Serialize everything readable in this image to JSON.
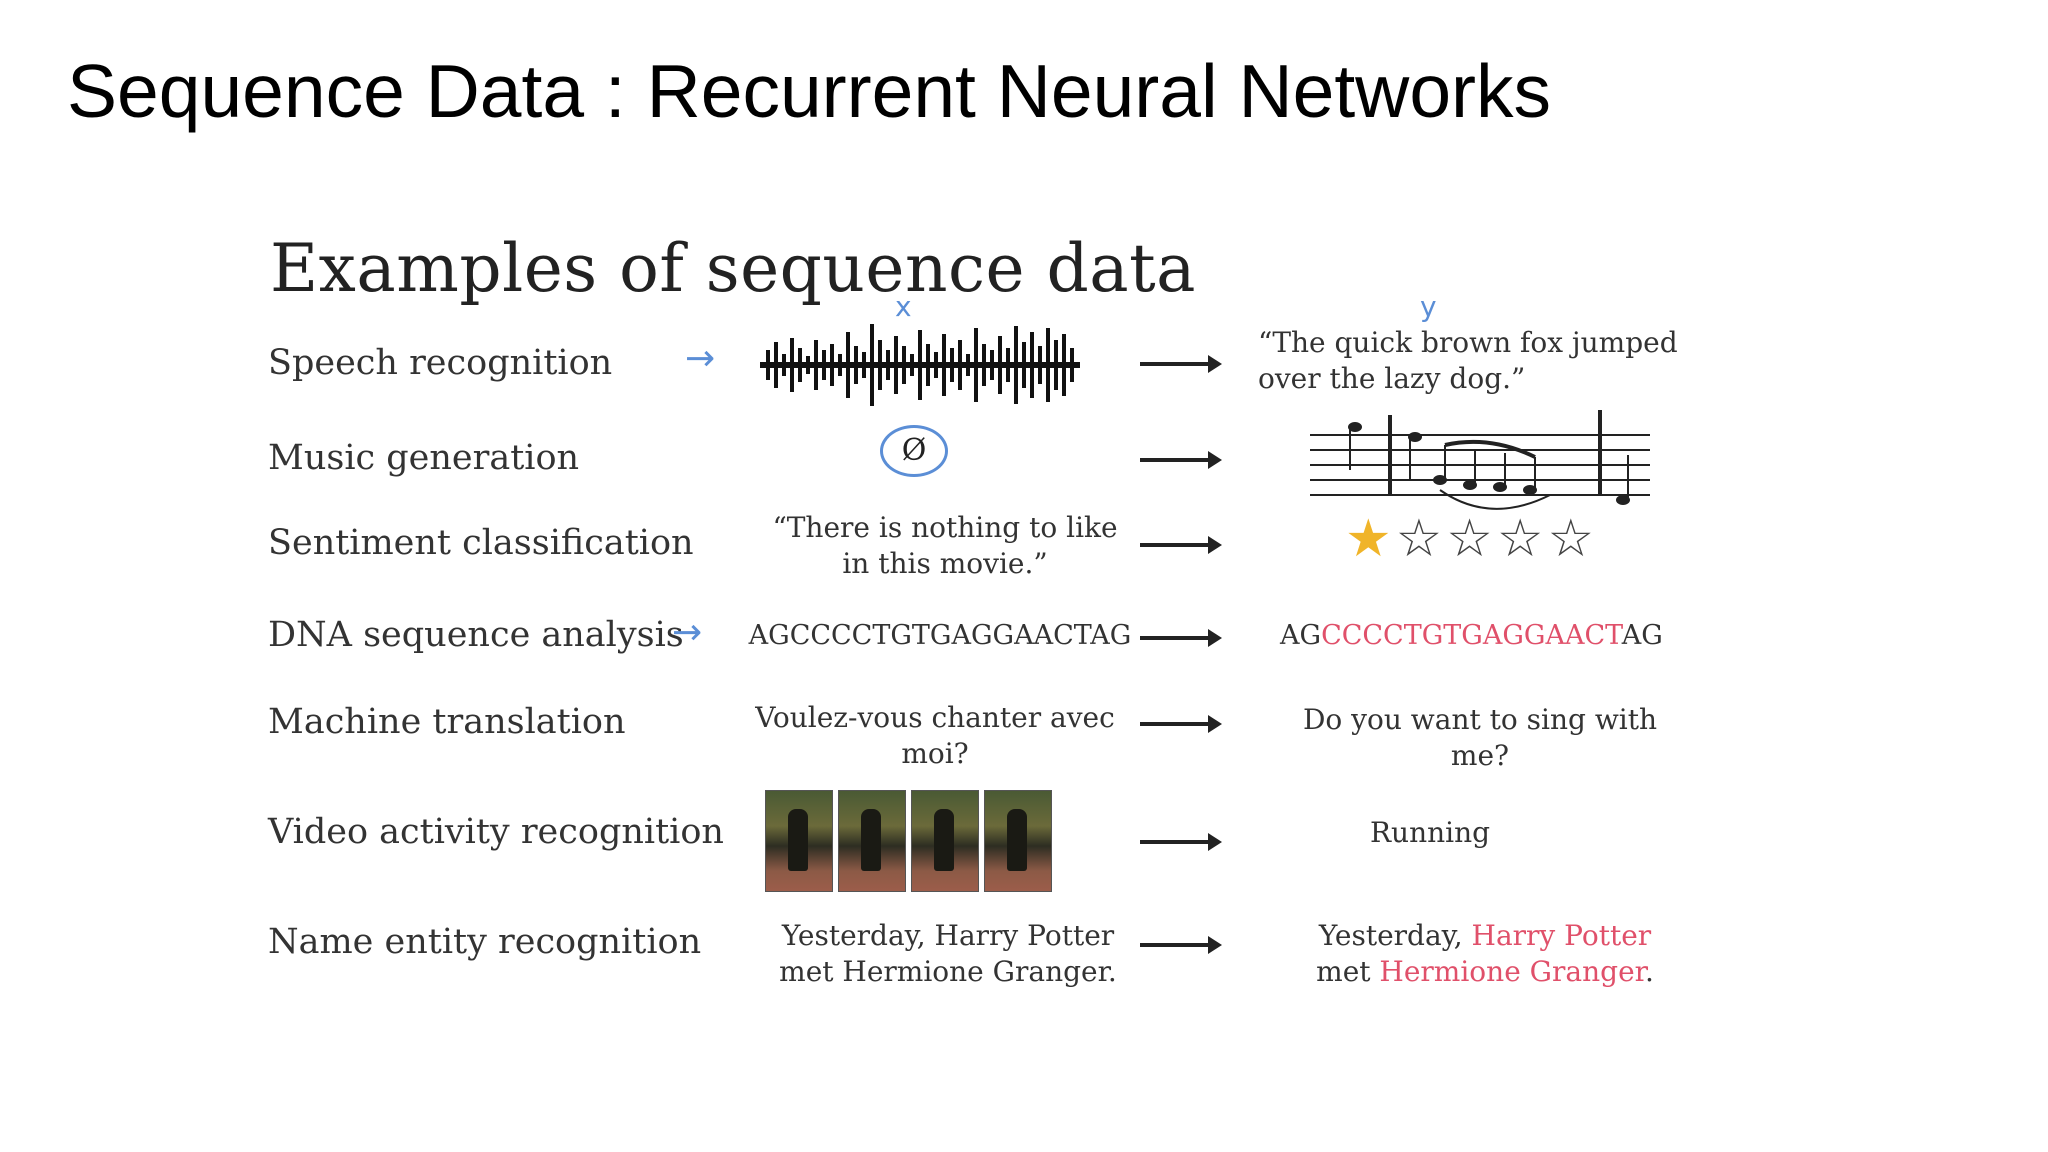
{
  "slide": {
    "title": "Sequence Data : Recurrent Neural Networks"
  },
  "figure": {
    "title": "Examples of sequence data",
    "annotations": {
      "x": "x",
      "y": "y",
      "null": "Ø"
    },
    "rows": [
      {
        "label": "Speech recognition",
        "output": "“The quick brown fox jumped over the lazy dog.”"
      },
      {
        "label": "Music generation"
      },
      {
        "label": "Sentiment classification",
        "input": "“There is nothing to like in this movie.”",
        "rating": 1,
        "rating_max": 5
      },
      {
        "label": "DNA sequence analysis",
        "input": "AGCCCCTGTGAGGAACTAG",
        "output_parts": [
          "AG",
          "CCCCTGTGAGGAACT",
          "AG"
        ]
      },
      {
        "label": "Machine translation",
        "input": "Voulez-vous chanter avec moi?",
        "output": "Do you want to sing with me?"
      },
      {
        "label": "Video activity recognition",
        "frames": 4,
        "output": "Running"
      },
      {
        "label": "Name entity recognition",
        "input_line1": "Yesterday, Harry Potter",
        "input_line2": "met Hermione Granger.",
        "output_parts": [
          "Yesterday, ",
          "Harry Potter",
          "met ",
          "Hermione Granger",
          "."
        ]
      }
    ]
  },
  "colors": {
    "highlight": "#e0506a",
    "pen": "#5b8ed6",
    "star_filled": "#f0b429"
  }
}
